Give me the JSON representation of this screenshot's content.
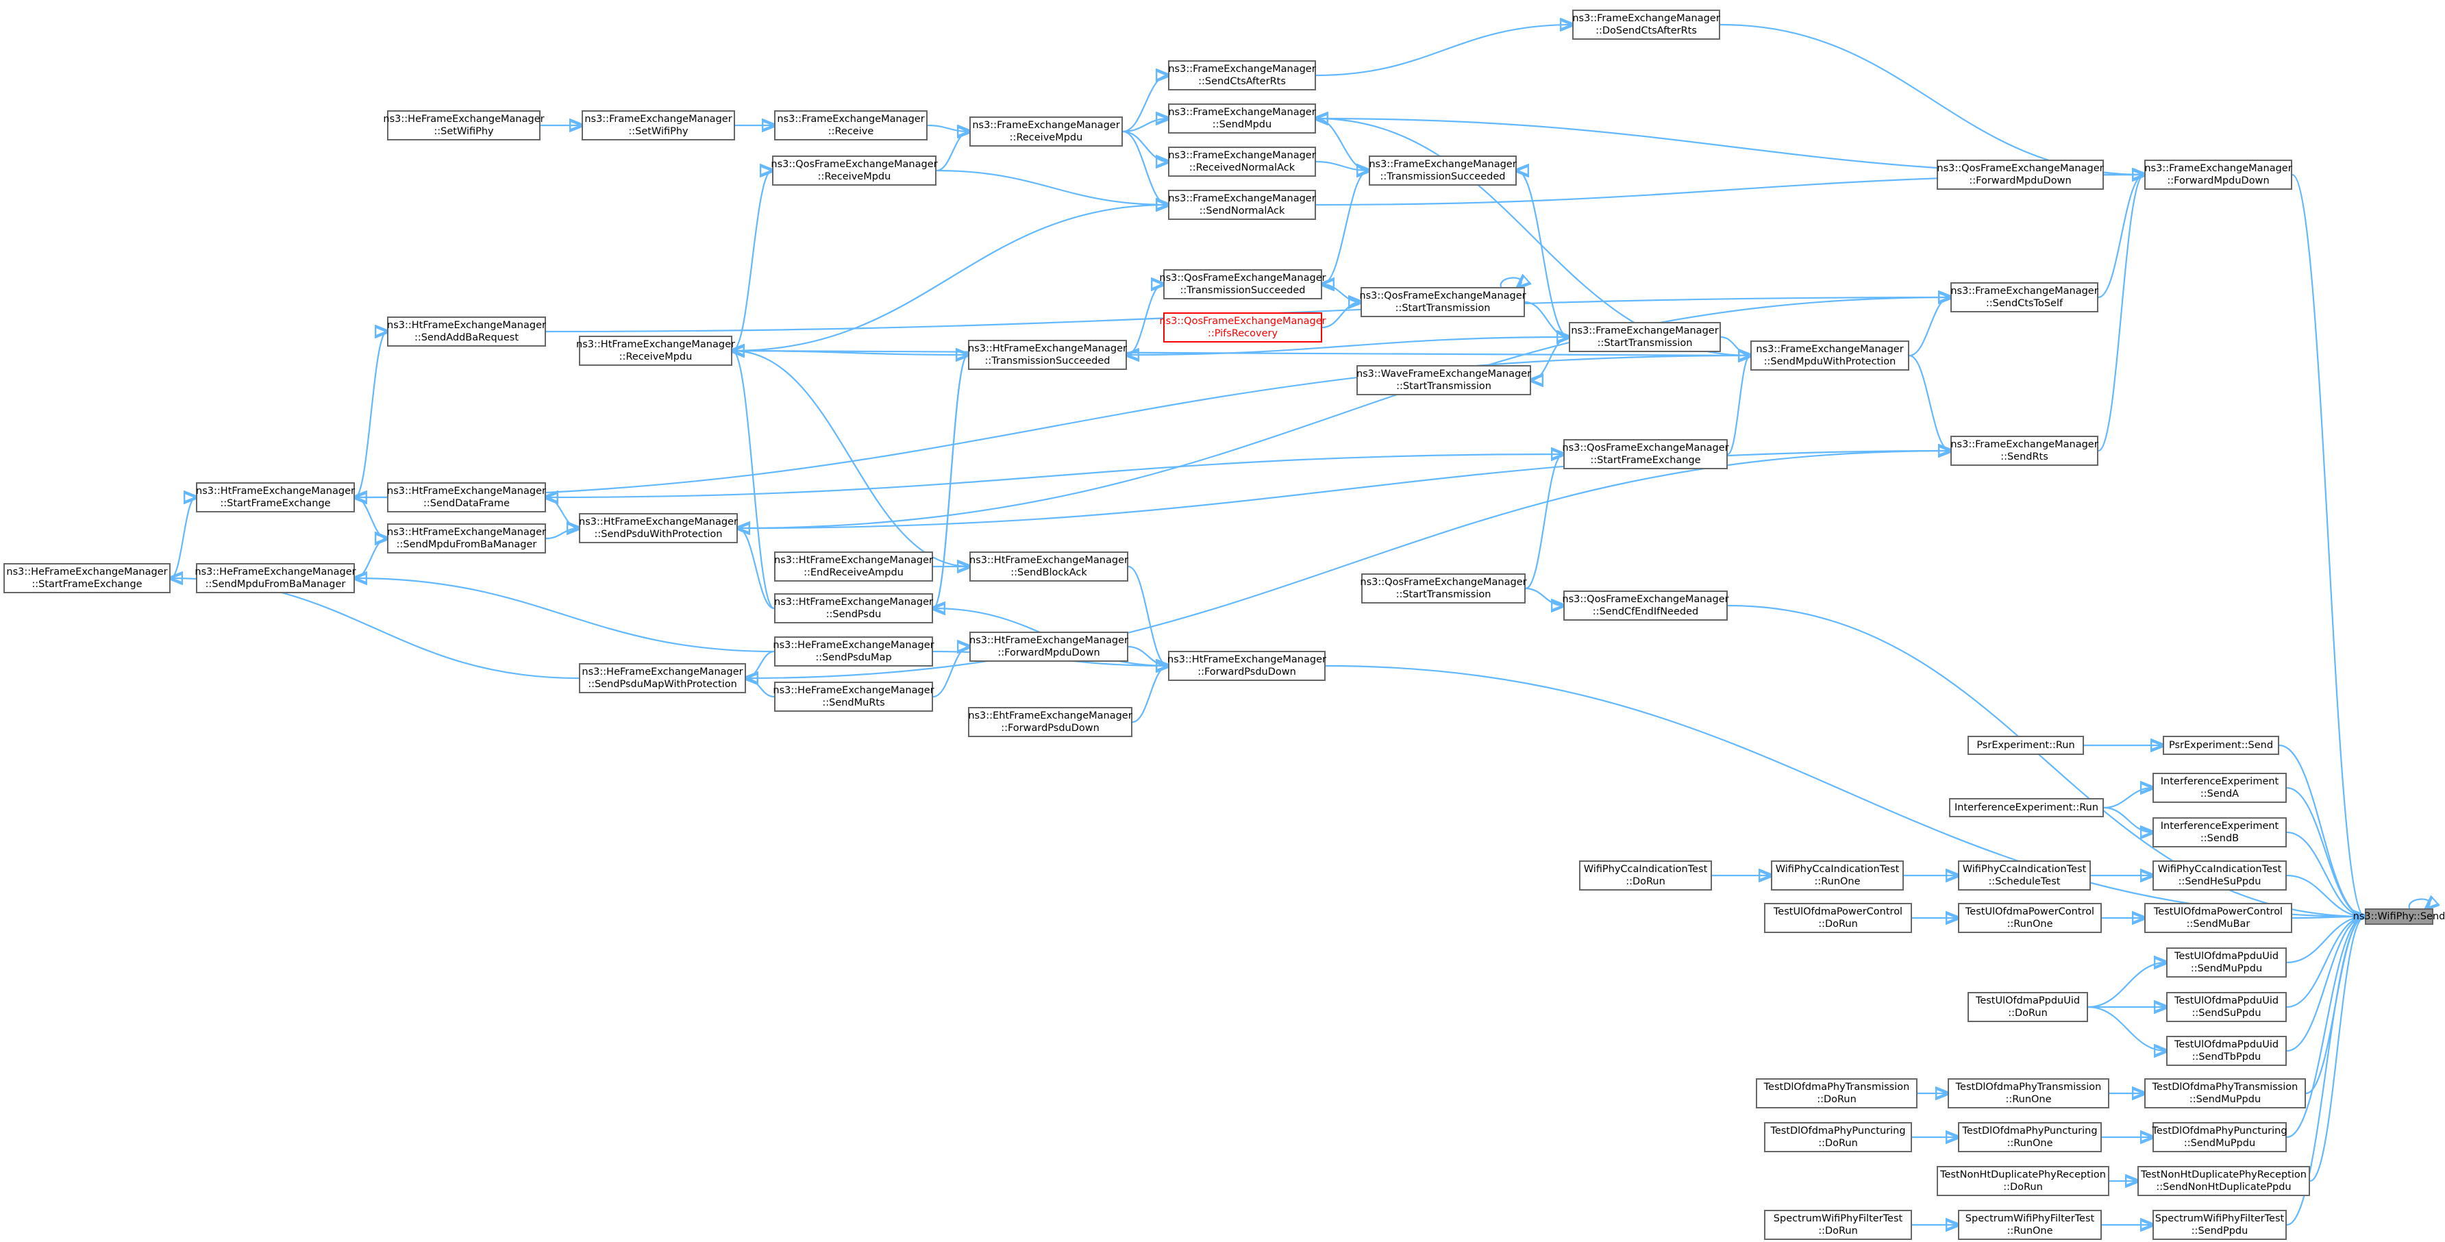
{
  "graph": {
    "root": "ns3::WifiPhy::Send",
    "edge_color": "#63b8ff",
    "node_border_color": "#666666",
    "root_fill_color": "#999999",
    "highlight_color": "#ff0000",
    "nodes": {
      "root": {
        "lines": [
          "ns3::WifiPhy::Send"
        ],
        "style": "root"
      },
      "doSendCts": {
        "lines": [
          "ns3::FrameExchangeManager",
          "::DoSendCtsAfterRts"
        ]
      },
      "sendCtsAfterRts": {
        "lines": [
          "ns3::FrameExchangeManager",
          "::SendCtsAfterRts"
        ]
      },
      "sendMpdu": {
        "lines": [
          "ns3::FrameExchangeManager",
          "::SendMpdu"
        ]
      },
      "receivedNormalAck": {
        "lines": [
          "ns3::FrameExchangeManager",
          "::ReceivedNormalAck"
        ]
      },
      "sendNormalAck": {
        "lines": [
          "ns3::FrameExchangeManager",
          "::SendNormalAck"
        ]
      },
      "fwdMpduDown": {
        "lines": [
          "ns3::FrameExchangeManager",
          "::ForwardMpduDown"
        ]
      },
      "qosFwdMpduDown": {
        "lines": [
          "ns3::QosFrameExchangeManager",
          "::ForwardMpduDown"
        ]
      },
      "heSetWifiPhy": {
        "lines": [
          "ns3::HeFrameExchangeManager",
          "::SetWifiPhy"
        ]
      },
      "feSetWifiPhy": {
        "lines": [
          "ns3::FrameExchangeManager",
          "::SetWifiPhy"
        ]
      },
      "feReceive": {
        "lines": [
          "ns3::FrameExchangeManager",
          "::Receive"
        ]
      },
      "feReceiveMpdu": {
        "lines": [
          "ns3::FrameExchangeManager",
          "::ReceiveMpdu"
        ]
      },
      "qosReceiveMpdu": {
        "lines": [
          "ns3::QosFrameExchangeManager",
          "::ReceiveMpdu"
        ]
      },
      "feTxSucceeded": {
        "lines": [
          "ns3::FrameExchangeManager",
          "::TransmissionSucceeded"
        ]
      },
      "qosTxSucceeded": {
        "lines": [
          "ns3::QosFrameExchangeManager",
          "::TransmissionSucceeded"
        ]
      },
      "pifsRecovery": {
        "lines": [
          "ns3::QosFrameExchangeManager",
          "::PifsRecovery"
        ],
        "style": "red"
      },
      "qosStartTx": {
        "lines": [
          "ns3::QosFrameExchangeManager",
          "::StartTransmission"
        ]
      },
      "htSendAddBa": {
        "lines": [
          "ns3::HtFrameExchangeManager",
          "::SendAddBaRequest"
        ]
      },
      "htReceiveMpdu": {
        "lines": [
          "ns3::HtFrameExchangeManager",
          "::ReceiveMpdu"
        ]
      },
      "htTxSucceeded": {
        "lines": [
          "ns3::HtFrameExchangeManager",
          "::TransmissionSucceeded"
        ]
      },
      "feStartTx": {
        "lines": [
          "ns3::FrameExchangeManager",
          "::StartTransmission"
        ]
      },
      "waveStartTx": {
        "lines": [
          "ns3::WaveFrameExchangeManager",
          "::StartTransmission"
        ]
      },
      "sendMpduWithProt": {
        "lines": [
          "ns3::FrameExchangeManager",
          "::SendMpduWithProtection"
        ]
      },
      "sendCtsToSelf": {
        "lines": [
          "ns3::FrameExchangeManager",
          "::SendCtsToSelf"
        ]
      },
      "sendRts": {
        "lines": [
          "ns3::FrameExchangeManager",
          "::SendRts"
        ]
      },
      "htStartFrameEx": {
        "lines": [
          "ns3::HtFrameExchangeManager",
          "::StartFrameExchange"
        ]
      },
      "htSendDataFrame": {
        "lines": [
          "ns3::HtFrameExchangeManager",
          "::SendDataFrame"
        ]
      },
      "qosStartFrameEx": {
        "lines": [
          "ns3::QosFrameExchangeManager",
          "::StartFrameExchange"
        ]
      },
      "htSendMpduFromBa": {
        "lines": [
          "ns3::HtFrameExchangeManager",
          "::SendMpduFromBaManager"
        ]
      },
      "htSendPsduWithProt": {
        "lines": [
          "ns3::HtFrameExchangeManager",
          "::SendPsduWithProtection"
        ]
      },
      "heStartFrameEx": {
        "lines": [
          "ns3::HeFrameExchangeManager",
          "::StartFrameExchange"
        ]
      },
      "heSendMpduFromBa": {
        "lines": [
          "ns3::HeFrameExchangeManager",
          "::SendMpduFromBaManager"
        ]
      },
      "htEndReceiveAmpdu": {
        "lines": [
          "ns3::HtFrameExchangeManager",
          "::EndReceiveAmpdu"
        ]
      },
      "htSendBlockAck": {
        "lines": [
          "ns3::HtFrameExchangeManager",
          "::SendBlockAck"
        ]
      },
      "htSendPsdu": {
        "lines": [
          "ns3::HtFrameExchangeManager",
          "::SendPsdu"
        ]
      },
      "qosStartTx2": {
        "lines": [
          "ns3::QosFrameExchangeManager",
          "::StartTransmission"
        ]
      },
      "qosSendCfEnd": {
        "lines": [
          "ns3::QosFrameExchangeManager",
          "::SendCfEndIfNeeded"
        ]
      },
      "heSendPsduMap": {
        "lines": [
          "ns3::HeFrameExchangeManager",
          "::SendPsduMap"
        ]
      },
      "htFwdMpduDown": {
        "lines": [
          "ns3::HtFrameExchangeManager",
          "::ForwardMpduDown"
        ]
      },
      "heSendPsduMapWithProt": {
        "lines": [
          "ns3::HeFrameExchangeManager",
          "::SendPsduMapWithProtection"
        ]
      },
      "htFwdPsduDown": {
        "lines": [
          "ns3::HtFrameExchangeManager",
          "::ForwardPsduDown"
        ]
      },
      "heSendMuRts": {
        "lines": [
          "ns3::HeFrameExchangeManager",
          "::SendMuRts"
        ]
      },
      "ehtFwdPsduDown": {
        "lines": [
          "ns3::EhtFrameExchangeManager",
          "::ForwardPsduDown"
        ]
      },
      "psrRun": {
        "lines": [
          "PsrExperiment::Run"
        ]
      },
      "psrSend": {
        "lines": [
          "PsrExperiment::Send"
        ]
      },
      "intSendA": {
        "lines": [
          "InterferenceExperiment",
          "::SendA"
        ]
      },
      "intRun": {
        "lines": [
          "InterferenceExperiment::Run"
        ]
      },
      "intSendB": {
        "lines": [
          "InterferenceExperiment",
          "::SendB"
        ]
      },
      "ccaDoRun": {
        "lines": [
          "WifiPhyCcaIndicationTest",
          "::DoRun"
        ]
      },
      "ccaRunOne": {
        "lines": [
          "WifiPhyCcaIndicationTest",
          "::RunOne"
        ]
      },
      "ccaSchedule": {
        "lines": [
          "WifiPhyCcaIndicationTest",
          "::ScheduleTest"
        ]
      },
      "ccaSendHeSu": {
        "lines": [
          "WifiPhyCcaIndicationTest",
          "::SendHeSuPpdu"
        ]
      },
      "pcDoRun": {
        "lines": [
          "TestUlOfdmaPowerControl",
          "::DoRun"
        ]
      },
      "pcRunOne": {
        "lines": [
          "TestUlOfdmaPowerControl",
          "::RunOne"
        ]
      },
      "pcSendMuBar": {
        "lines": [
          "TestUlOfdmaPowerControl",
          "::SendMuBar"
        ]
      },
      "uidSendMu": {
        "lines": [
          "TestUlOfdmaPpduUid",
          "::SendMuPpdu"
        ]
      },
      "uidDoRun": {
        "lines": [
          "TestUlOfdmaPpduUid",
          "::DoRun"
        ]
      },
      "uidSendSu": {
        "lines": [
          "TestUlOfdmaPpduUid",
          "::SendSuPpdu"
        ]
      },
      "uidSendTb": {
        "lines": [
          "TestUlOfdmaPpduUid",
          "::SendTbPpdu"
        ]
      },
      "dltxDoRun": {
        "lines": [
          "TestDlOfdmaPhyTransmission",
          "::DoRun"
        ]
      },
      "dltxRunOne": {
        "lines": [
          "TestDlOfdmaPhyTransmission",
          "::RunOne"
        ]
      },
      "dltxSendMu": {
        "lines": [
          "TestDlOfdmaPhyTransmission",
          "::SendMuPpdu"
        ]
      },
      "dlpDoRun": {
        "lines": [
          "TestDlOfdmaPhyPuncturing",
          "::DoRun"
        ]
      },
      "dlpRunOne": {
        "lines": [
          "TestDlOfdmaPhyPuncturing",
          "::RunOne"
        ]
      },
      "dlpSendMu": {
        "lines": [
          "TestDlOfdmaPhyPuncturing",
          "::SendMuPpdu"
        ]
      },
      "nhtDoRun": {
        "lines": [
          "TestNonHtDuplicatePhyReception",
          "::DoRun"
        ]
      },
      "nhtSend": {
        "lines": [
          "TestNonHtDuplicatePhyReception",
          "::SendNonHtDuplicatePpdu"
        ]
      },
      "sfDoRun": {
        "lines": [
          "SpectrumWifiPhyFilterTest",
          "::DoRun"
        ]
      },
      "sfRunOne": {
        "lines": [
          "SpectrumWifiPhyFilterTest",
          "::RunOne"
        ]
      },
      "sfSend": {
        "lines": [
          "SpectrumWifiPhyFilterTest",
          "::SendPpdu"
        ]
      }
    },
    "edges": [
      [
        "doSendCts",
        "fwdMpduDown"
      ],
      [
        "sendCtsAfterRts",
        "doSendCts"
      ],
      [
        "sendMpdu",
        "fwdMpduDown"
      ],
      [
        "sendNormalAck",
        "fwdMpduDown"
      ],
      [
        "qosFwdMpduDown",
        "fwdMpduDown"
      ],
      [
        "sendCtsToSelf",
        "fwdMpduDown"
      ],
      [
        "sendRts",
        "fwdMpduDown"
      ],
      [
        "fwdMpduDown",
        "root"
      ],
      [
        "heSetWifiPhy",
        "feSetWifiPhy"
      ],
      [
        "feSetWifiPhy",
        "feReceive"
      ],
      [
        "feReceive",
        "feReceiveMpdu"
      ],
      [
        "feReceiveMpdu",
        "sendCtsAfterRts"
      ],
      [
        "feReceiveMpdu",
        "sendMpdu"
      ],
      [
        "feReceiveMpdu",
        "receivedNormalAck"
      ],
      [
        "feReceiveMpdu",
        "sendNormalAck"
      ],
      [
        "qosReceiveMpdu",
        "feReceiveMpdu"
      ],
      [
        "qosReceiveMpdu",
        "sendNormalAck"
      ],
      [
        "htReceiveMpdu",
        "qosReceiveMpdu"
      ],
      [
        "htReceiveMpdu",
        "sendNormalAck"
      ],
      [
        "receivedNormalAck",
        "feTxSucceeded"
      ],
      [
        "feTxSucceeded",
        "sendMpdu"
      ],
      [
        "qosTxSucceeded",
        "feTxSucceeded"
      ],
      [
        "htTxSucceeded",
        "qosTxSucceeded"
      ],
      [
        "htTxSucceeded",
        "htReceiveMpdu"
      ],
      [
        "htTxSucceeded",
        "htSendPsdu"
      ],
      [
        "htSendPsdu",
        "htTxSucceeded"
      ],
      [
        "qosStartTx",
        "qosTxSucceeded"
      ],
      [
        "qosStartTx",
        "qosStartTx"
      ],
      [
        "pifsRecovery",
        "qosStartTx"
      ],
      [
        "qosStartTx",
        "feStartTx"
      ],
      [
        "feStartTx",
        "feTxSucceeded"
      ],
      [
        "feStartTx",
        "htTxSucceeded"
      ],
      [
        "feStartTx",
        "waveStartTx"
      ],
      [
        "feStartTx",
        "sendMpduWithProt"
      ],
      [
        "htSendAddBa",
        "sendCtsToSelf"
      ],
      [
        "htStartFrameEx",
        "htSendAddBa"
      ],
      [
        "htStartFrameEx",
        "sendMpduWithProt"
      ],
      [
        "htSendDataFrame",
        "htStartFrameEx"
      ],
      [
        "qosStartFrameEx",
        "htSendDataFrame"
      ],
      [
        "qosStartFrameEx",
        "sendMpduWithProt"
      ],
      [
        "qosStartTx2",
        "qosStartFrameEx"
      ],
      [
        "htSendPsduWithProt",
        "htSendDataFrame"
      ],
      [
        "htSendPsduWithProt",
        "sendCtsToSelf"
      ],
      [
        "htSendPsduWithProt",
        "sendRts"
      ],
      [
        "htSendMpduFromBa",
        "htStartFrameEx"
      ],
      [
        "htSendMpduFromBa",
        "htSendPsduWithProt"
      ],
      [
        "heStartFrameEx",
        "htStartFrameEx"
      ],
      [
        "heSendMpduFromBa",
        "htSendMpduFromBa"
      ],
      [
        "heSendPsduMapWithProt",
        "heStartFrameEx"
      ],
      [
        "heSendPsduMapWithProt",
        "sendRts"
      ],
      [
        "htSendPsdu",
        "htSendPsduWithProt"
      ],
      [
        "htSendPsdu",
        "htReceiveMpdu"
      ],
      [
        "htEndReceiveAmpdu",
        "htSendBlockAck"
      ],
      [
        "htSendBlockAck",
        "htReceiveMpdu"
      ],
      [
        "htSendBlockAck",
        "htFwdPsduDown"
      ],
      [
        "heSendPsduMap",
        "heSendMpduFromBa"
      ],
      [
        "heSendPsduMap",
        "heSendPsduMapWithProt"
      ],
      [
        "heSendMuRts",
        "heSendPsduMapWithProt"
      ],
      [
        "heSendPsduMap",
        "htFwdPsduDown"
      ],
      [
        "heSendMuRts",
        "htFwdMpduDown"
      ],
      [
        "htFwdMpduDown",
        "htFwdPsduDown"
      ],
      [
        "htSendPsdu",
        "htFwdPsduDown"
      ],
      [
        "ehtFwdPsduDown",
        "htFwdPsduDown"
      ],
      [
        "htFwdPsduDown",
        "root"
      ],
      [
        "sendMpduWithProt",
        "sendMpdu"
      ],
      [
        "sendMpduWithProt",
        "htReceiveMpdu"
      ],
      [
        "sendMpduWithProt",
        "sendCtsToSelf"
      ],
      [
        "sendMpduWithProt",
        "sendRts"
      ],
      [
        "qosSendCfEnd",
        "root"
      ],
      [
        "qosStartTx2",
        "qosSendCfEnd"
      ],
      [
        "psrRun",
        "psrSend"
      ],
      [
        "psrSend",
        "root"
      ],
      [
        "intRun",
        "intSendA"
      ],
      [
        "intRun",
        "intSendB"
      ],
      [
        "intSendA",
        "root"
      ],
      [
        "intSendB",
        "root"
      ],
      [
        "ccaDoRun",
        "ccaRunOne"
      ],
      [
        "ccaRunOne",
        "ccaSchedule"
      ],
      [
        "ccaSchedule",
        "ccaSendHeSu"
      ],
      [
        "ccaSendHeSu",
        "root"
      ],
      [
        "pcDoRun",
        "pcRunOne"
      ],
      [
        "pcRunOne",
        "pcSendMuBar"
      ],
      [
        "pcSendMuBar",
        "root"
      ],
      [
        "uidDoRun",
        "uidSendMu"
      ],
      [
        "uidDoRun",
        "uidSendSu"
      ],
      [
        "uidDoRun",
        "uidSendTb"
      ],
      [
        "uidSendMu",
        "root"
      ],
      [
        "uidSendSu",
        "root"
      ],
      [
        "uidSendTb",
        "root"
      ],
      [
        "dltxDoRun",
        "dltxRunOne"
      ],
      [
        "dltxRunOne",
        "dltxSendMu"
      ],
      [
        "dltxSendMu",
        "root"
      ],
      [
        "dlpDoRun",
        "dlpRunOne"
      ],
      [
        "dlpRunOne",
        "dlpSendMu"
      ],
      [
        "dlpSendMu",
        "root"
      ],
      [
        "nhtDoRun",
        "nhtSend"
      ],
      [
        "nhtSend",
        "root"
      ],
      [
        "sfDoRun",
        "sfRunOne"
      ],
      [
        "sfRunOne",
        "sfSend"
      ],
      [
        "sfSend",
        "root"
      ],
      [
        "root",
        "root"
      ]
    ]
  }
}
